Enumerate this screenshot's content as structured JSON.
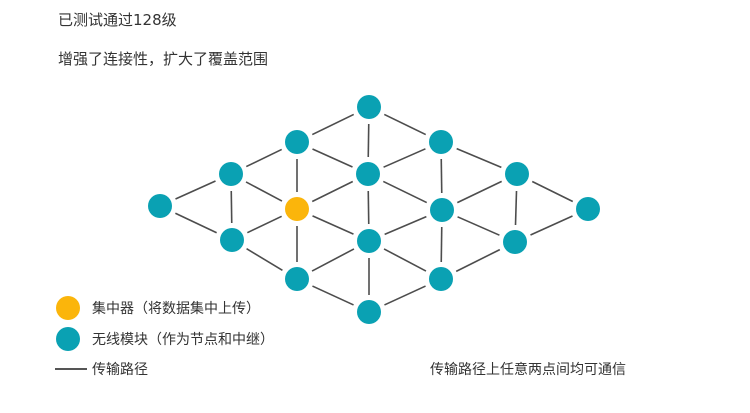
{
  "header": {
    "line1": "已测试通过128级",
    "line2": "增强了连接性，扩大了覆盖范围"
  },
  "legend": {
    "concentrator": "集中器（将数据集中上传）",
    "module": "无线模块（作为节点和中继）",
    "path": "传输路径"
  },
  "note": "传输路径上任意两点间均可通信",
  "colors": {
    "module": "#0aa1b3",
    "concentrator": "#fbb50b",
    "edge": "#4d4d4d"
  },
  "network": {
    "nodes": [
      {
        "id": "a1",
        "type": "module"
      },
      {
        "id": "b1",
        "type": "module"
      },
      {
        "id": "b2",
        "type": "module"
      },
      {
        "id": "c1",
        "type": "module"
      },
      {
        "id": "c2",
        "type": "concentrator"
      },
      {
        "id": "c3",
        "type": "module"
      },
      {
        "id": "d1",
        "type": "module"
      },
      {
        "id": "d2",
        "type": "module"
      },
      {
        "id": "d3",
        "type": "module"
      },
      {
        "id": "d4",
        "type": "module"
      },
      {
        "id": "e1",
        "type": "module"
      },
      {
        "id": "e2",
        "type": "module"
      },
      {
        "id": "e3",
        "type": "module"
      },
      {
        "id": "f1",
        "type": "module"
      },
      {
        "id": "f2",
        "type": "module"
      },
      {
        "id": "g1",
        "type": "module"
      }
    ],
    "edges": [
      [
        "a1",
        "b1"
      ],
      [
        "a1",
        "b2"
      ],
      [
        "b1",
        "b2"
      ],
      [
        "b1",
        "c1"
      ],
      [
        "b1",
        "c2"
      ],
      [
        "b2",
        "c2"
      ],
      [
        "b2",
        "c3"
      ],
      [
        "c1",
        "c2"
      ],
      [
        "c2",
        "c3"
      ],
      [
        "c1",
        "d1"
      ],
      [
        "c1",
        "d2"
      ],
      [
        "c2",
        "d2"
      ],
      [
        "c2",
        "d3"
      ],
      [
        "c3",
        "d3"
      ],
      [
        "c3",
        "d4"
      ],
      [
        "d1",
        "d2"
      ],
      [
        "d2",
        "d3"
      ],
      [
        "d3",
        "d4"
      ],
      [
        "d1",
        "e1"
      ],
      [
        "d2",
        "e1"
      ],
      [
        "d2",
        "e2"
      ],
      [
        "d3",
        "e2"
      ],
      [
        "d3",
        "e3"
      ],
      [
        "d4",
        "e3"
      ],
      [
        "e1",
        "e2"
      ],
      [
        "e2",
        "e3"
      ],
      [
        "e1",
        "f1"
      ],
      [
        "e2",
        "f1"
      ],
      [
        "e2",
        "f2"
      ],
      [
        "e3",
        "f2"
      ],
      [
        "f1",
        "f2"
      ],
      [
        "f1",
        "g1"
      ],
      [
        "f2",
        "g1"
      ]
    ]
  }
}
